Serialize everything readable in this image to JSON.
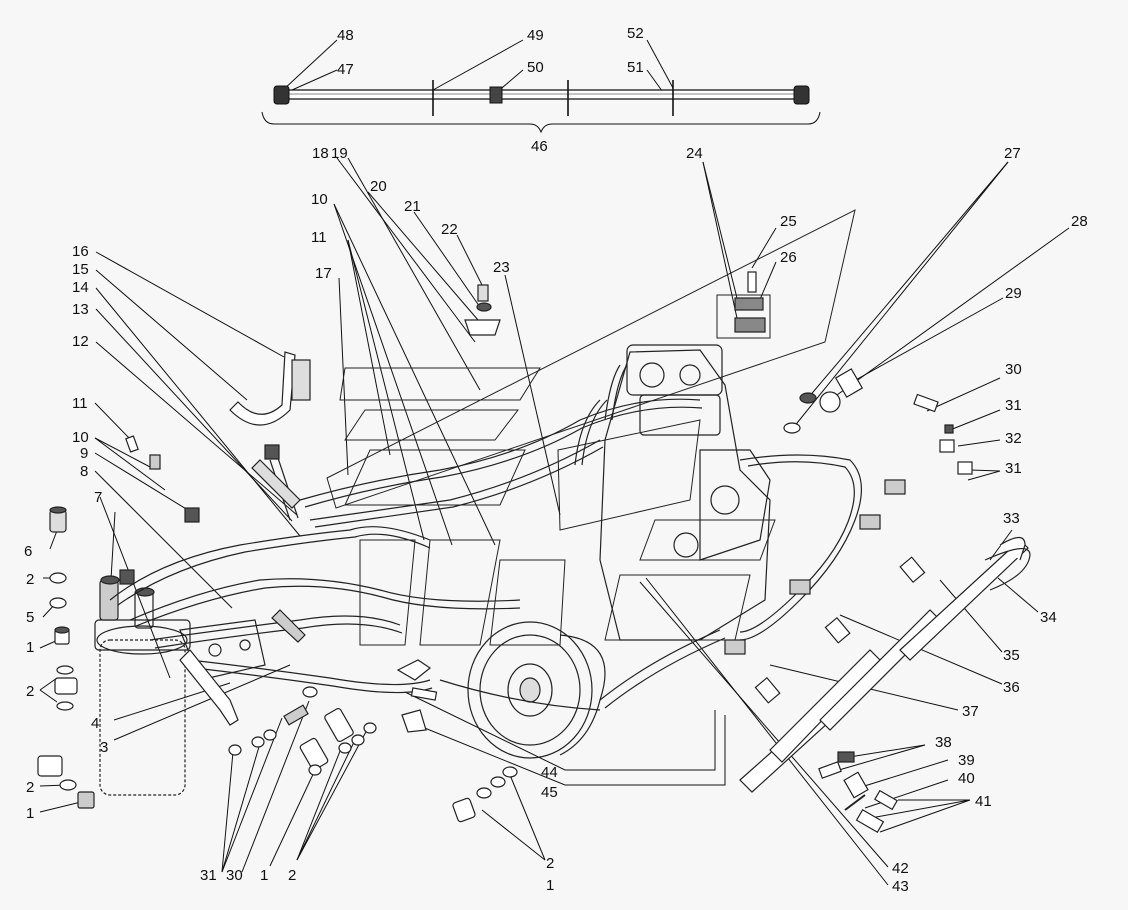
{
  "diagram": {
    "labels": {
      "l48": "48",
      "l47": "47",
      "l49": "49",
      "l50": "50",
      "l52": "52",
      "l51": "51",
      "l46": "46",
      "l18": "18",
      "l19": "19",
      "l20": "20",
      "l21": "21",
      "l22": "22",
      "l23": "23",
      "l10a": "10",
      "l11a": "11",
      "l17": "17",
      "l24": "24",
      "l25": "25",
      "l26": "26",
      "l27": "27",
      "l28": "28",
      "l29": "29",
      "l16": "16",
      "l15": "15",
      "l14": "14",
      "l13": "13",
      "l12": "12",
      "l11b": "11",
      "l10b": "10",
      "l9": "9",
      "l8": "8",
      "l7": "7",
      "l6": "6",
      "l2a": "2",
      "l5": "5",
      "l1a": "1",
      "l2b": "2",
      "l4": "4",
      "l3": "3",
      "l2c": "2",
      "l1b": "1",
      "l31a": "31",
      "l30a": "30",
      "l1c": "1",
      "l2d": "2",
      "l44": "44",
      "l45": "45",
      "l2e": "2",
      "l1d": "1",
      "l30b": "30",
      "l31b": "31",
      "l32": "32",
      "l31c": "31",
      "l33": "33",
      "l34": "34",
      "l35": "35",
      "l36": "36",
      "l37": "37",
      "l38": "38",
      "l39": "39",
      "l40": "40",
      "l41": "41",
      "l42": "42",
      "l43": "43"
    }
  }
}
